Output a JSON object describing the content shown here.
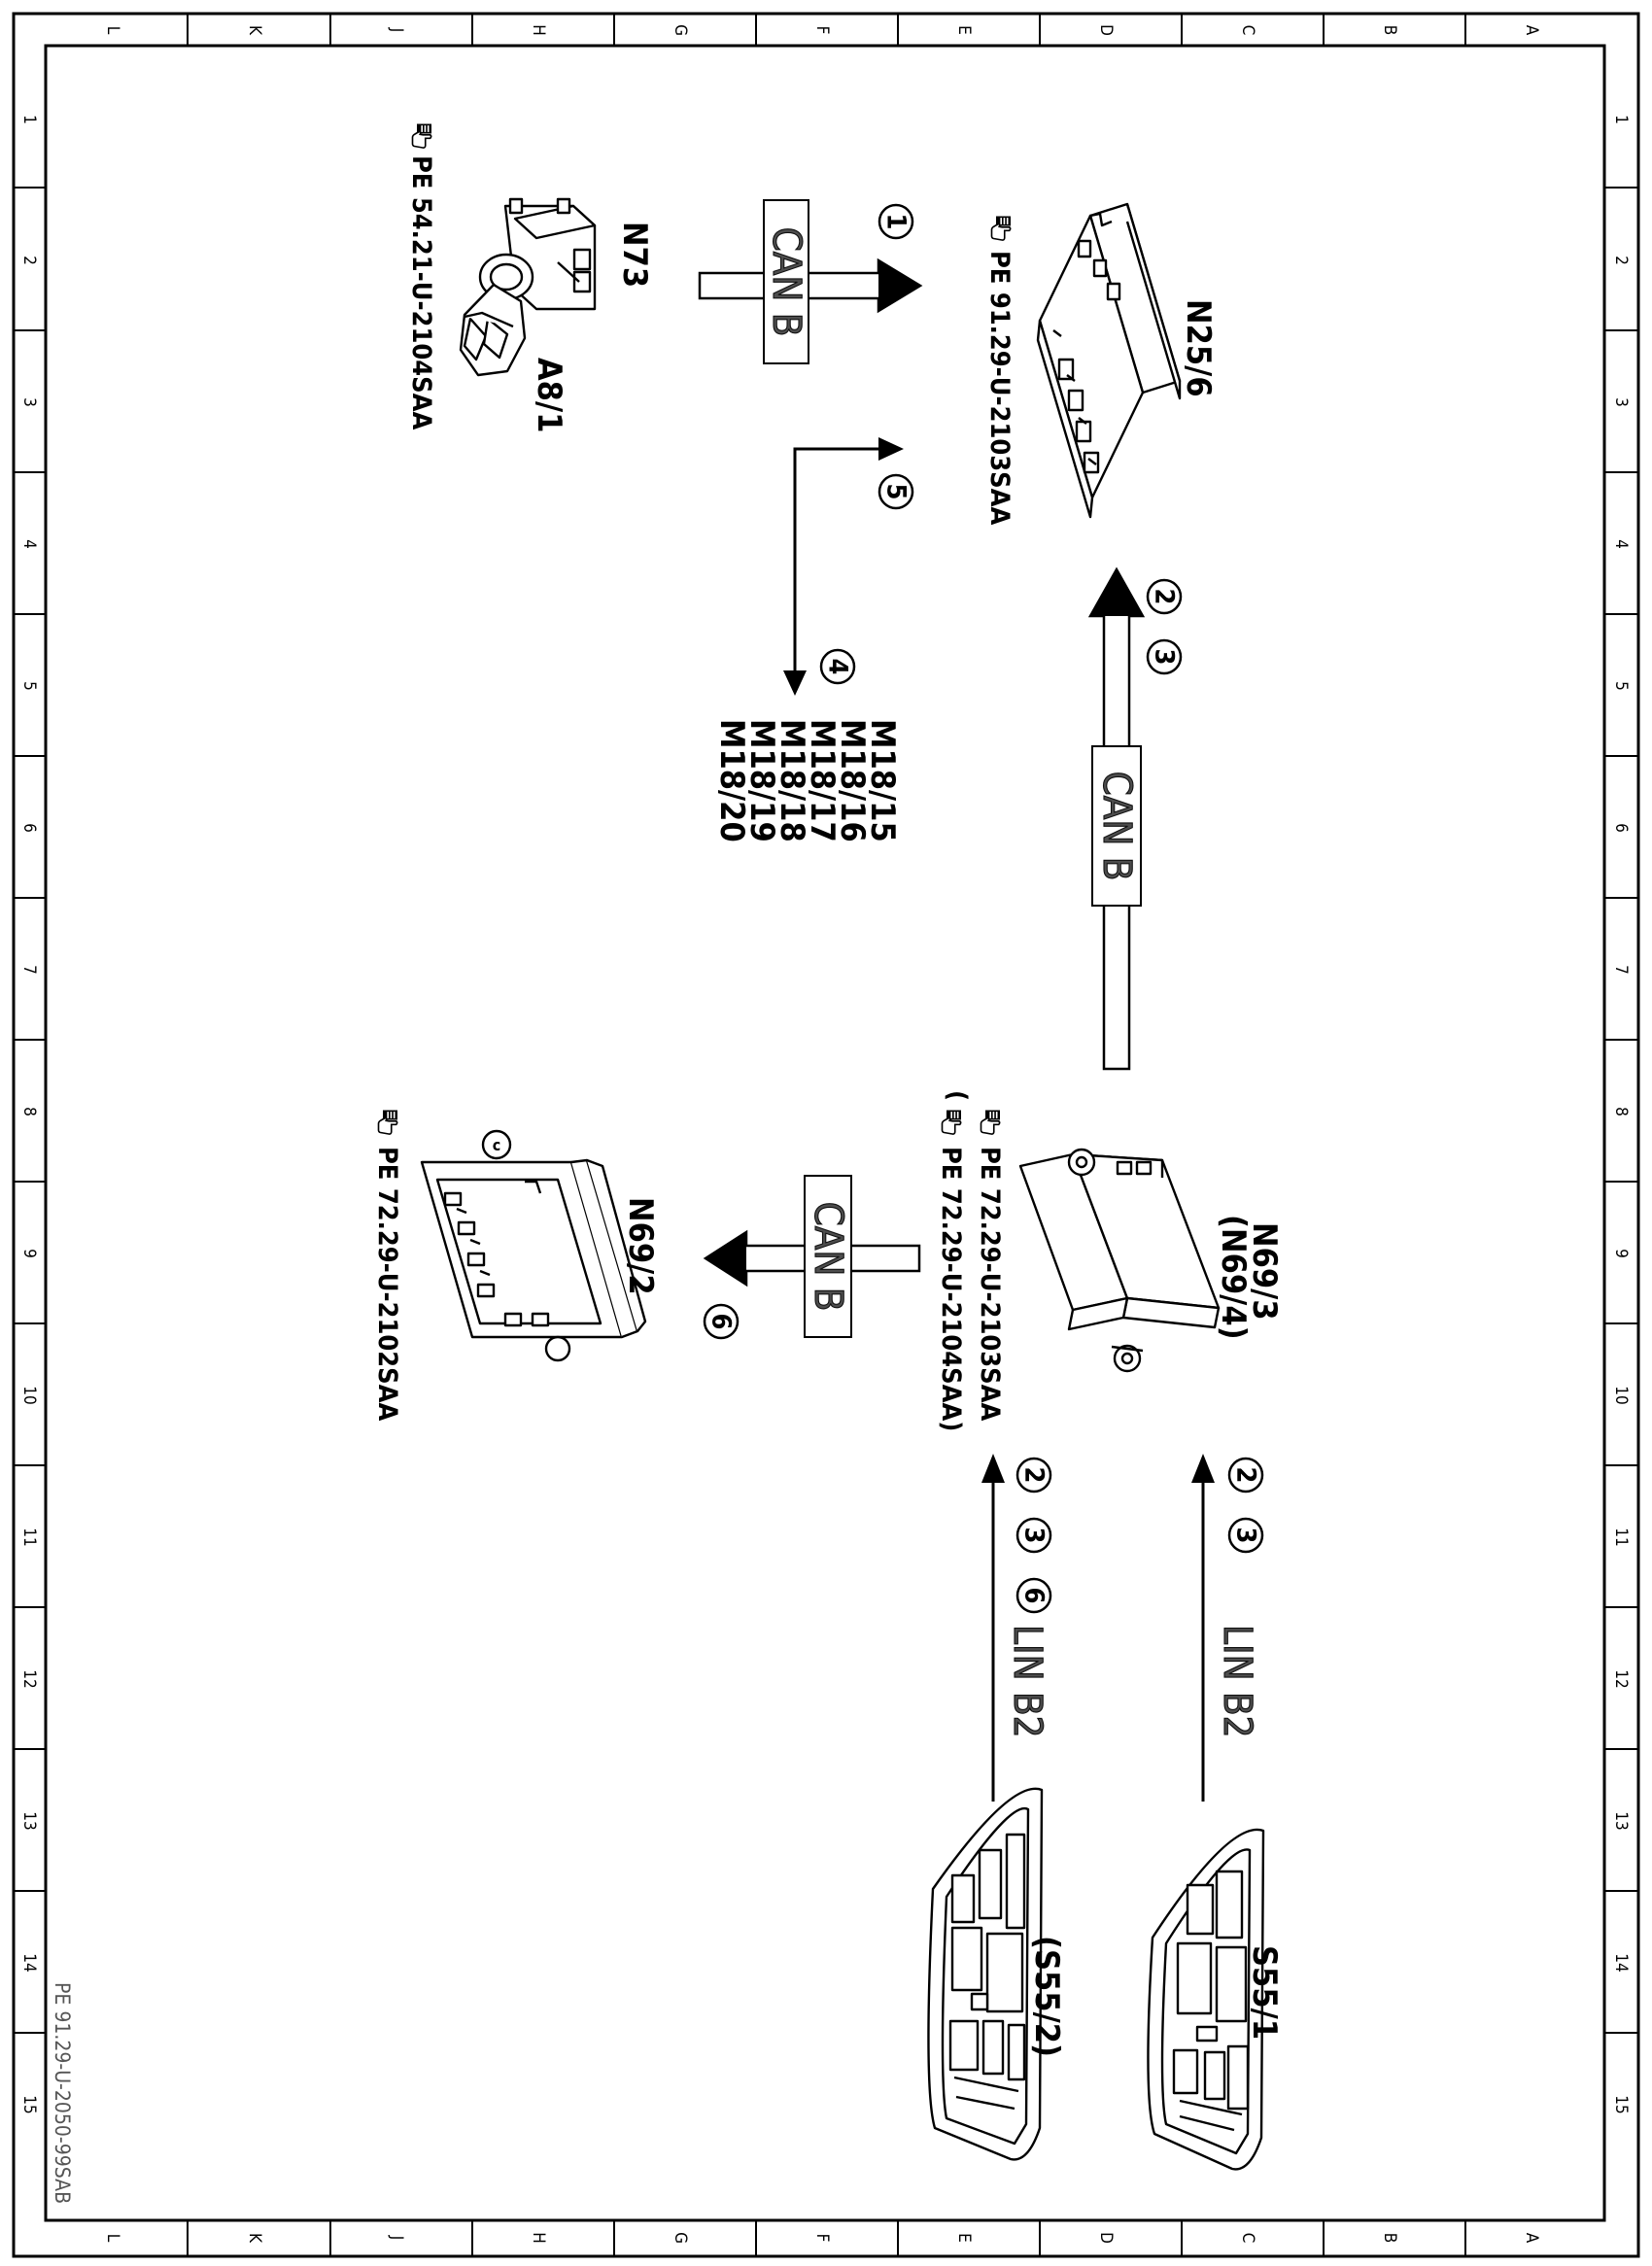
{
  "frame": {
    "column_letters": [
      "L",
      "K",
      "J",
      "H",
      "G",
      "F",
      "E",
      "D",
      "C",
      "B",
      "A"
    ],
    "row_numbers": [
      "1",
      "2",
      "3",
      "4",
      "5",
      "6",
      "7",
      "8",
      "9",
      "10",
      "11",
      "12",
      "13",
      "14",
      "15"
    ]
  },
  "components": {
    "n25_6": {
      "id": "N25/6",
      "ref": "PE 91.29-U-2103SAA"
    },
    "n73": {
      "id": "N73",
      "sub_id": "A8/1",
      "ref": "PE 54.21-U-2104SAA"
    },
    "n69_3": {
      "id": "N69/3",
      "alt_id": "(N69/4)",
      "ref": "PE 72.29-U-2103SAA",
      "alt_ref": "(",
      "alt_ref_text": "PE 72.29-U-2104SAA)"
    },
    "n69_2": {
      "id": "N69/2",
      "ref": "PE 72.29-U-2102SAA"
    },
    "s55_1": {
      "id": "S55/1"
    },
    "s55_2": {
      "id": "(S55/2)"
    },
    "motors": [
      "M18/15",
      "M18/16",
      "M18/17",
      "M18/18",
      "M18/19",
      "M18/20"
    ]
  },
  "buses": {
    "can_b": "CAN B",
    "lin_b2": "LIN B2"
  },
  "callouts": {
    "c1": "1",
    "c2": "2",
    "c3": "3",
    "c4": "4",
    "c5": "5",
    "c6": "6"
  },
  "footer": {
    "doc_id": "PE 91.29-U-2050-99SAB"
  },
  "colors": {
    "line": "#000000",
    "bus_label_text": "#4d4d4d",
    "background": "#ffffff"
  },
  "icons": [
    "document-pointer-icon"
  ]
}
